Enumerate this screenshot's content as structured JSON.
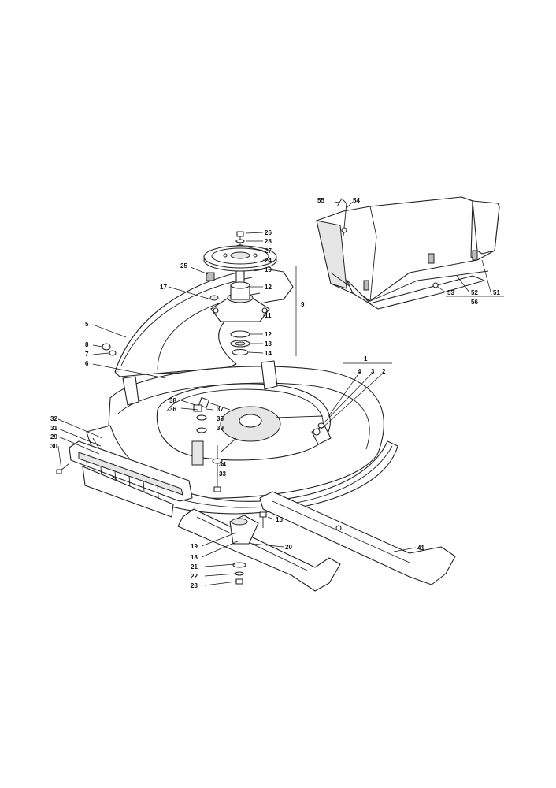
{
  "callouts": {
    "c1": "1",
    "c2": "2",
    "c3": "3",
    "c4": "4",
    "c5": "5",
    "c6": "6",
    "c7": "7",
    "c8": "8",
    "c9": "9",
    "c10": "10",
    "c11": "11",
    "c12a": "12",
    "c12b": "12",
    "c13": "13",
    "c14": "14",
    "c15": "15",
    "c17": "17",
    "c18": "18",
    "c19": "19",
    "c20": "20",
    "c21": "21",
    "c22": "22",
    "c23": "23",
    "c24": "24",
    "c25": "25",
    "c26": "26",
    "c27": "27",
    "c28": "28",
    "c29": "29",
    "c30": "30",
    "c31": "31",
    "c32": "32",
    "c33": "33",
    "c34": "34",
    "c35": "35",
    "c36": "36",
    "c37": "37",
    "c38": "38",
    "c39": "39",
    "c41": "41",
    "c51": "51",
    "c52": "52",
    "c53": "53",
    "c54": "54",
    "c55": "55",
    "c56": "56"
  }
}
